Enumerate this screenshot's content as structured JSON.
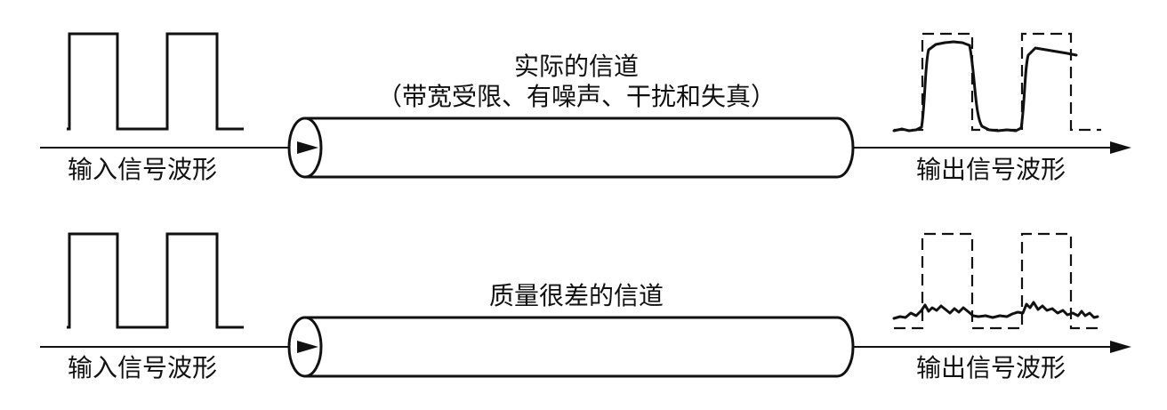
{
  "rows": [
    {
      "channel_title_line1": "实际的信道",
      "channel_title_line2": "（带宽受限、有噪声、干扰和失真）",
      "input_label": "输入信号波形",
      "output_label": "输出信号波形"
    },
    {
      "channel_title_line1": "质量很差的信道",
      "channel_title_line2": "",
      "input_label": "输入信号波形",
      "output_label": "输出信号波形"
    }
  ]
}
